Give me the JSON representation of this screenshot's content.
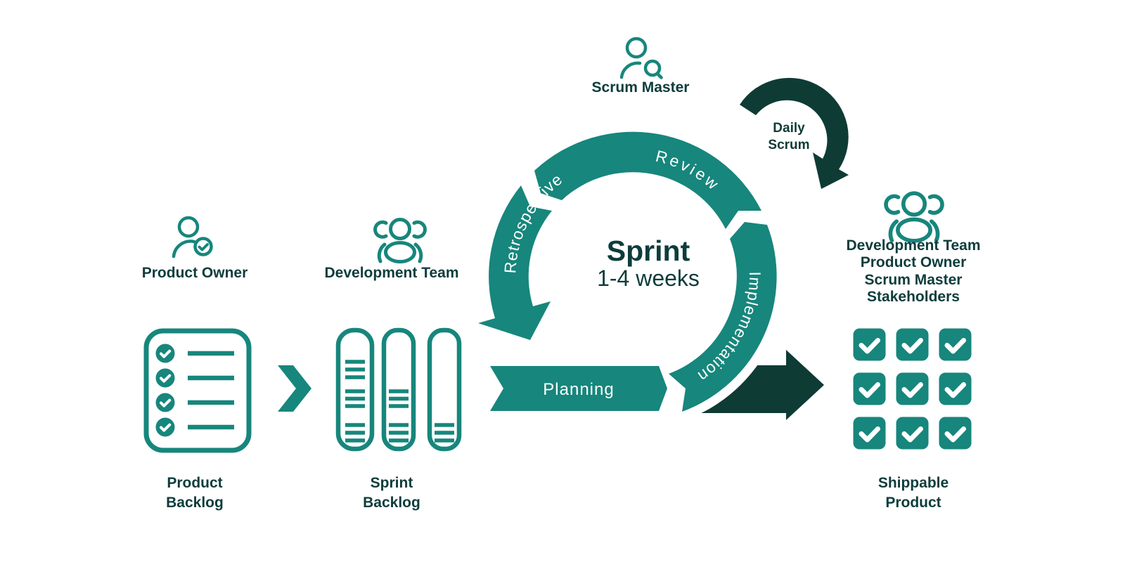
{
  "colors": {
    "teal": "#17867C",
    "dark": "#0F3B35",
    "ink": "#0E3C3C",
    "background": "#FFFFFF"
  },
  "scrum_master": {
    "label": "Scrum Master"
  },
  "daily_scrum": {
    "line1": "Daily",
    "line2": "Scrum"
  },
  "sprint_center": {
    "title": "Sprint",
    "subtitle": "1-4 weeks"
  },
  "cycle": {
    "review": "Review",
    "retrospective": "Retrospective",
    "implementation": "Implementation",
    "planning": "Planning"
  },
  "left_column": {
    "role": "Product Owner",
    "artifact_line1": "Product",
    "artifact_line2": "Backlog"
  },
  "middle_column": {
    "role": "Development Team",
    "artifact_line1": "Sprint",
    "artifact_line2": "Backlog"
  },
  "right_column": {
    "participants": [
      "Development Team",
      "Product Owner",
      "Scrum Master",
      "Stakeholders"
    ],
    "artifact_line1": "Shippable",
    "artifact_line2": "Product"
  }
}
